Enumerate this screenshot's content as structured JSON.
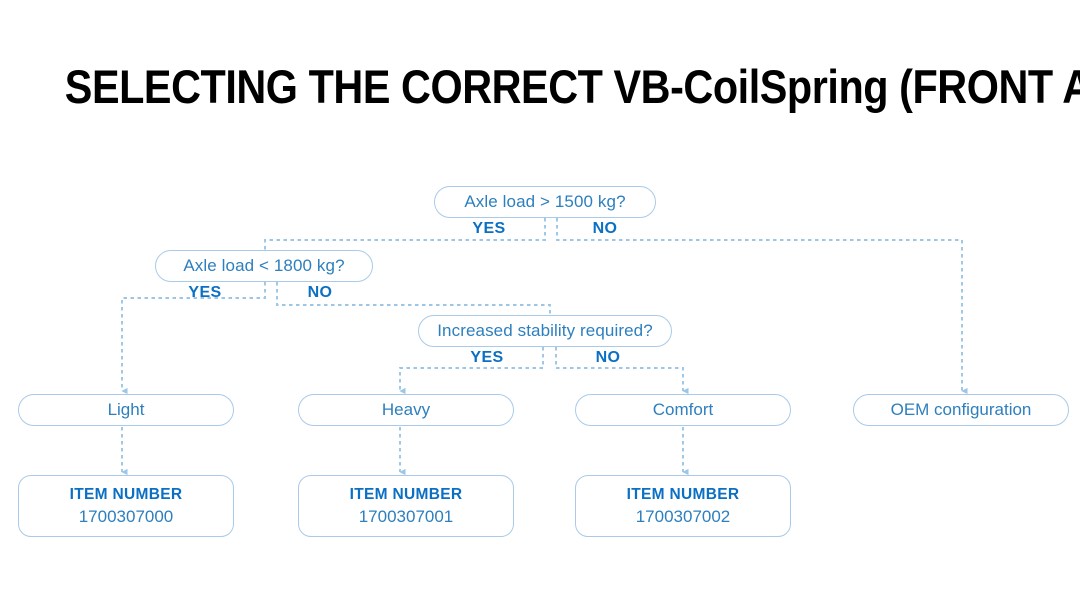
{
  "page": {
    "title": "SELECTING THE CORRECT VB-CoilSpring (FRONT AXLE)",
    "background": "#ffffff"
  },
  "colors": {
    "title_text": "#000000",
    "node_border": "#a9cbe9",
    "node_text": "#2d7fbe",
    "branch_label": "#0b6fc4",
    "connector": "#9cc5e6",
    "item_title": "#0b6fc4",
    "item_value": "#2d7fbe"
  },
  "chart_data": {
    "type": "diagram",
    "title": "SELECTING THE CORRECT VB-CoilSpring (FRONT AXLE)",
    "nodes": [
      {
        "id": "d1",
        "kind": "decision",
        "label": "Axle load > 1500 kg?"
      },
      {
        "id": "d2",
        "kind": "decision",
        "label": "Axle load < 1800 kg?"
      },
      {
        "id": "d3",
        "kind": "decision",
        "label": "Increased stability required?"
      },
      {
        "id": "o1",
        "kind": "outcome",
        "label": "Light"
      },
      {
        "id": "o2",
        "kind": "outcome",
        "label": "Heavy"
      },
      {
        "id": "o3",
        "kind": "outcome",
        "label": "Comfort"
      },
      {
        "id": "o4",
        "kind": "outcome",
        "label": "OEM configuration"
      },
      {
        "id": "i1",
        "kind": "item",
        "title": "ITEM NUMBER",
        "value": "1700307000"
      },
      {
        "id": "i2",
        "kind": "item",
        "title": "ITEM NUMBER",
        "value": "1700307001"
      },
      {
        "id": "i3",
        "kind": "item",
        "title": "ITEM NUMBER",
        "value": "1700307002"
      }
    ],
    "edges": [
      {
        "from": "d1",
        "to": "d2",
        "label": "YES"
      },
      {
        "from": "d1",
        "to": "o4",
        "label": "NO"
      },
      {
        "from": "d2",
        "to": "o1",
        "label": "YES"
      },
      {
        "from": "d2",
        "to": "d3",
        "label": "NO"
      },
      {
        "from": "d3",
        "to": "o2",
        "label": "YES"
      },
      {
        "from": "d3",
        "to": "o3",
        "label": "NO"
      },
      {
        "from": "o1",
        "to": "i1",
        "label": ""
      },
      {
        "from": "o2",
        "to": "i2",
        "label": ""
      },
      {
        "from": "o3",
        "to": "i3",
        "label": ""
      }
    ]
  },
  "decisions": {
    "d1": {
      "question": "Axle load > 1500 kg?",
      "yes": "YES",
      "no": "NO"
    },
    "d2": {
      "question": "Axle load < 1800 kg?",
      "yes": "YES",
      "no": "NO"
    },
    "d3": {
      "question": "Increased stability required?",
      "yes": "YES",
      "no": "NO"
    }
  },
  "outcomes": {
    "light": "Light",
    "heavy": "Heavy",
    "comfort": "Comfort",
    "oem": "OEM configuration"
  },
  "items": {
    "light": {
      "title": "ITEM NUMBER",
      "value": "1700307000"
    },
    "heavy": {
      "title": "ITEM NUMBER",
      "value": "1700307001"
    },
    "comfort": {
      "title": "ITEM NUMBER",
      "value": "1700307002"
    }
  }
}
